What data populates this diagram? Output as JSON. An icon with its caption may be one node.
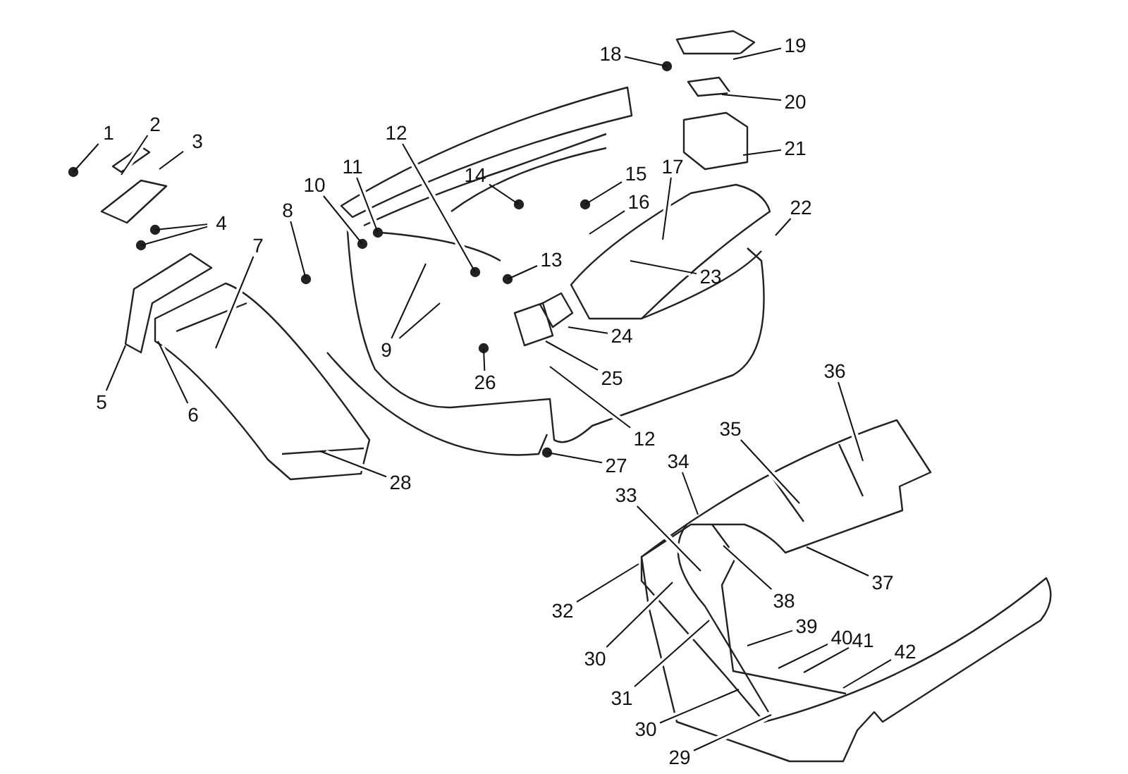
{
  "diagram": {
    "nodes": [
      {
        "text": [
          "1"
        ]
      },
      {
        "text": [
          "2"
        ]
      },
      {
        "text": [
          "3"
        ]
      },
      {
        "text": [
          "4"
        ]
      },
      {
        "text": [
          "5"
        ]
      },
      {
        "text": [
          "6"
        ]
      },
      {
        "text": [
          "7"
        ]
      },
      {
        "text": [
          "8"
        ]
      },
      {
        "text": [
          "9"
        ]
      },
      {
        "text": [
          "10"
        ]
      },
      {
        "text": [
          "11"
        ]
      },
      {
        "text": [
          "12"
        ]
      },
      {
        "text": [
          "13"
        ]
      },
      {
        "text": [
          "14"
        ]
      },
      {
        "text": [
          "15"
        ]
      },
      {
        "text": [
          "16"
        ]
      },
      {
        "text": [
          "17"
        ]
      },
      {
        "text": [
          "18"
        ]
      },
      {
        "text": [
          "19"
        ]
      },
      {
        "text": [
          "20"
        ]
      },
      {
        "text": [
          "21"
        ]
      },
      {
        "text": [
          "22"
        ]
      },
      {
        "text": [
          "23"
        ]
      },
      {
        "text": [
          "24"
        ]
      },
      {
        "text": [
          "25"
        ]
      },
      {
        "text": [
          "26"
        ]
      },
      {
        "text": [
          "12"
        ]
      },
      {
        "text": [
          "27"
        ]
      },
      {
        "text": [
          "28"
        ]
      },
      {
        "text": [
          "29"
        ]
      },
      {
        "text": [
          "30"
        ]
      },
      {
        "text": [
          "30"
        ]
      },
      {
        "text": [
          "31"
        ]
      },
      {
        "text": [
          "32"
        ]
      },
      {
        "text": [
          "33"
        ]
      },
      {
        "text": [
          "34"
        ]
      },
      {
        "text": [
          "35"
        ]
      },
      {
        "text": [
          "36"
        ]
      },
      {
        "text": [
          "37"
        ]
      },
      {
        "text": [
          "38"
        ]
      },
      {
        "text": [
          "39"
        ]
      },
      {
        "text": [
          "40"
        ]
      },
      {
        "text": [
          "41"
        ]
      },
      {
        "text": [
          "42"
        ]
      }
    ],
    "edges": [
      {
        "from": 0,
        "to": null,
        "arrow": "none"
      },
      {
        "from": 1,
        "to": null,
        "arrow": "none"
      },
      {
        "from": 2,
        "to": null,
        "arrow": "none"
      },
      {
        "from": 3,
        "to": null,
        "arrow": "none"
      },
      {
        "from": 3,
        "to": null,
        "arrow": "none"
      },
      {
        "from": 4,
        "to": null,
        "arrow": "none"
      },
      {
        "from": 5,
        "to": null,
        "arrow": "none"
      },
      {
        "from": 6,
        "to": null,
        "arrow": "none"
      },
      {
        "from": 7,
        "to": null,
        "arrow": "none"
      },
      {
        "from": 8,
        "to": null,
        "arrow": "none"
      },
      {
        "from": 8,
        "to": null,
        "arrow": "none"
      },
      {
        "from": 9,
        "to": null,
        "arrow": "none"
      },
      {
        "from": 10,
        "to": null,
        "arrow": "none"
      },
      {
        "from": 11,
        "to": null,
        "arrow": "none"
      },
      {
        "from": 12,
        "to": null,
        "arrow": "none"
      },
      {
        "from": 13,
        "to": null,
        "arrow": "none"
      },
      {
        "from": 14,
        "to": null,
        "arrow": "none"
      },
      {
        "from": 15,
        "to": null,
        "arrow": "none"
      },
      {
        "from": 16,
        "to": null,
        "arrow": "none"
      },
      {
        "from": 17,
        "to": null,
        "arrow": "none"
      },
      {
        "from": 18,
        "to": null,
        "arrow": "none"
      },
      {
        "from": 19,
        "to": null,
        "arrow": "none"
      },
      {
        "from": 20,
        "to": null,
        "arrow": "none"
      },
      {
        "from": 21,
        "to": null,
        "arrow": "none"
      },
      {
        "from": 22,
        "to": null,
        "arrow": "none"
      },
      {
        "from": 23,
        "to": null,
        "arrow": "none"
      },
      {
        "from": 24,
        "to": null,
        "arrow": "none"
      },
      {
        "from": 25,
        "to": null,
        "arrow": "none"
      },
      {
        "from": 26,
        "to": null,
        "arrow": "none"
      },
      {
        "from": 27,
        "to": null,
        "arrow": "none"
      },
      {
        "from": 28,
        "to": null,
        "arrow": "none"
      },
      {
        "from": 29,
        "to": null,
        "arrow": "none"
      },
      {
        "from": 30,
        "to": null,
        "arrow": "none"
      },
      {
        "from": 31,
        "to": null,
        "arrow": "none"
      },
      {
        "from": 32,
        "to": null,
        "arrow": "none"
      },
      {
        "from": 33,
        "to": null,
        "arrow": "none"
      },
      {
        "from": 34,
        "to": null,
        "arrow": "none"
      },
      {
        "from": 35,
        "to": null,
        "arrow": "none"
      },
      {
        "from": 36,
        "to": null,
        "arrow": "none"
      },
      {
        "from": 37,
        "to": null,
        "arrow": "none"
      },
      {
        "from": 38,
        "to": null,
        "arrow": "none"
      },
      {
        "from": 39,
        "to": null,
        "arrow": "none"
      },
      {
        "from": 40,
        "to": null,
        "arrow": "none"
      },
      {
        "from": 41,
        "to": null,
        "arrow": "none"
      },
      {
        "from": 42,
        "to": null,
        "arrow": "none"
      },
      {
        "from": 43,
        "to": null,
        "arrow": "none"
      }
    ]
  }
}
